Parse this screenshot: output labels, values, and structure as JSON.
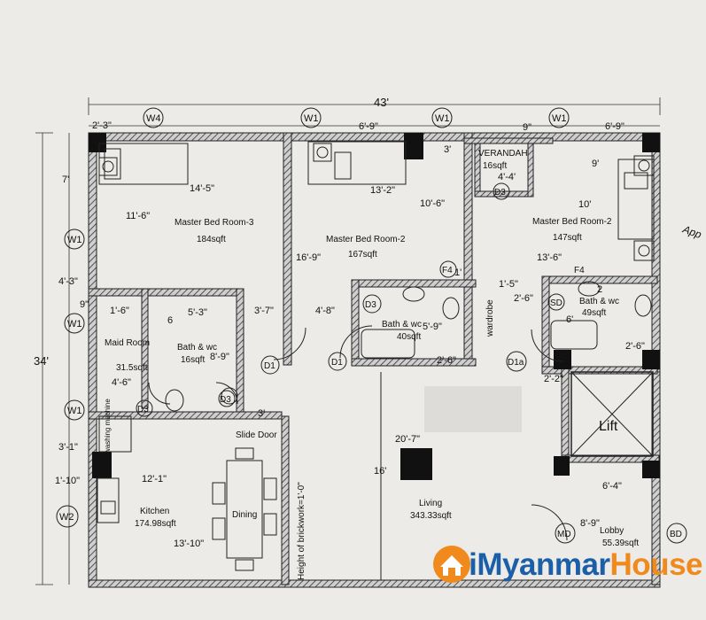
{
  "overall": {
    "width": "43'",
    "height": "34'"
  },
  "windows": {
    "w4": "W4",
    "w1": "W1",
    "w2": "W2"
  },
  "doors": {
    "d1": "D1",
    "d3": "D3",
    "d1a": "D1a",
    "sd": "SD",
    "md": "MD",
    "bd": "BD"
  },
  "fans": {
    "f4": "F4"
  },
  "rooms": {
    "mbr3": {
      "name": "Master Bed Room-3",
      "area": "184sqft"
    },
    "mbr2a": {
      "name": "Master Bed Room-2",
      "area": "167sqft"
    },
    "mbr2b": {
      "name": "Master Bed Room-2",
      "area": "147sqft"
    },
    "verandah": {
      "name": "VERANDAH",
      "area": "16sqft"
    },
    "maid": {
      "name": "Maid Room",
      "area": "31.5sqft"
    },
    "bath1": {
      "name": "Bath & wc",
      "area": "16sqft"
    },
    "bath2": {
      "name": "Bath & wc",
      "area": "40sqft"
    },
    "bath3": {
      "name": "Bath & wc",
      "area": "49sqft"
    },
    "kitchen": {
      "name": "Kitchen",
      "area": "174.98sqft"
    },
    "dining": {
      "name": "Dining"
    },
    "living": {
      "name": "Living",
      "area": "343.33sqft"
    },
    "lift": {
      "name": "Lift"
    },
    "lobby": {
      "name": "Lobby",
      "area": "55.39sqft"
    },
    "wardrobe": "wardrobe",
    "washing": "washing machine",
    "slide_door": "Slide Door",
    "brick_height": "Height of brickwork=1'-0\""
  },
  "dimensions": {
    "d_2_3": "2'-3\"",
    "d_6_9a": "6'-9\"",
    "d_6_9b": "6'-9\"",
    "d_9in": "9\"",
    "d_3": "3'",
    "d_7": "7'",
    "d_14_5": "14'-5\"",
    "d_13_2": "13'-2\"",
    "d_9": "9'",
    "d_10": "10'",
    "d_4_4": "4'-4'",
    "d_11_6": "11'-6\"",
    "d_10_6": "10'-6\"",
    "d_16_9": "16'-9\"",
    "d_13_6": "13'-6\"",
    "d_4_3": "4'-3\"",
    "d_1_6": "1'-6\"",
    "d_6": "6",
    "d_5_3": "5'-3\"",
    "d_3_7": "3'-7\"",
    "d_4_8": "4'-8\"",
    "d_1_5": "1'-5\"",
    "d_2_6a": "2'-6\"",
    "d_6b": "6'",
    "d_8_9a": "8'-9\"",
    "d_5_9": "5'-9\"",
    "d_2_6b": "2'-6\"",
    "d_2_6c": "2'-6\"",
    "d_2_2": "2'-2\"",
    "d_4_6": "4'-6\"",
    "d_3b": "3'",
    "d_20_7": "20'-7\"",
    "d_16": "16'",
    "d_3_1": "3'-1\"",
    "d_1_10": "1'-10\"",
    "d_12_1": "12'-1\"",
    "d_13_10": "13'-10\"",
    "d_6_4": "6'-4\"",
    "d_8_9b": "8'-9\"",
    "d_9b": "9\"",
    "d_1": "1'",
    "d_2": "2"
  },
  "margin_note": "App",
  "watermark": {
    "i": "i",
    "myanmar": "Myanmar",
    "house": "House"
  },
  "colors": {
    "wall": "#555555",
    "brand_blue": "#1a5fa8",
    "brand_orange": "#f08a1c",
    "paper": "#ecebe8"
  }
}
